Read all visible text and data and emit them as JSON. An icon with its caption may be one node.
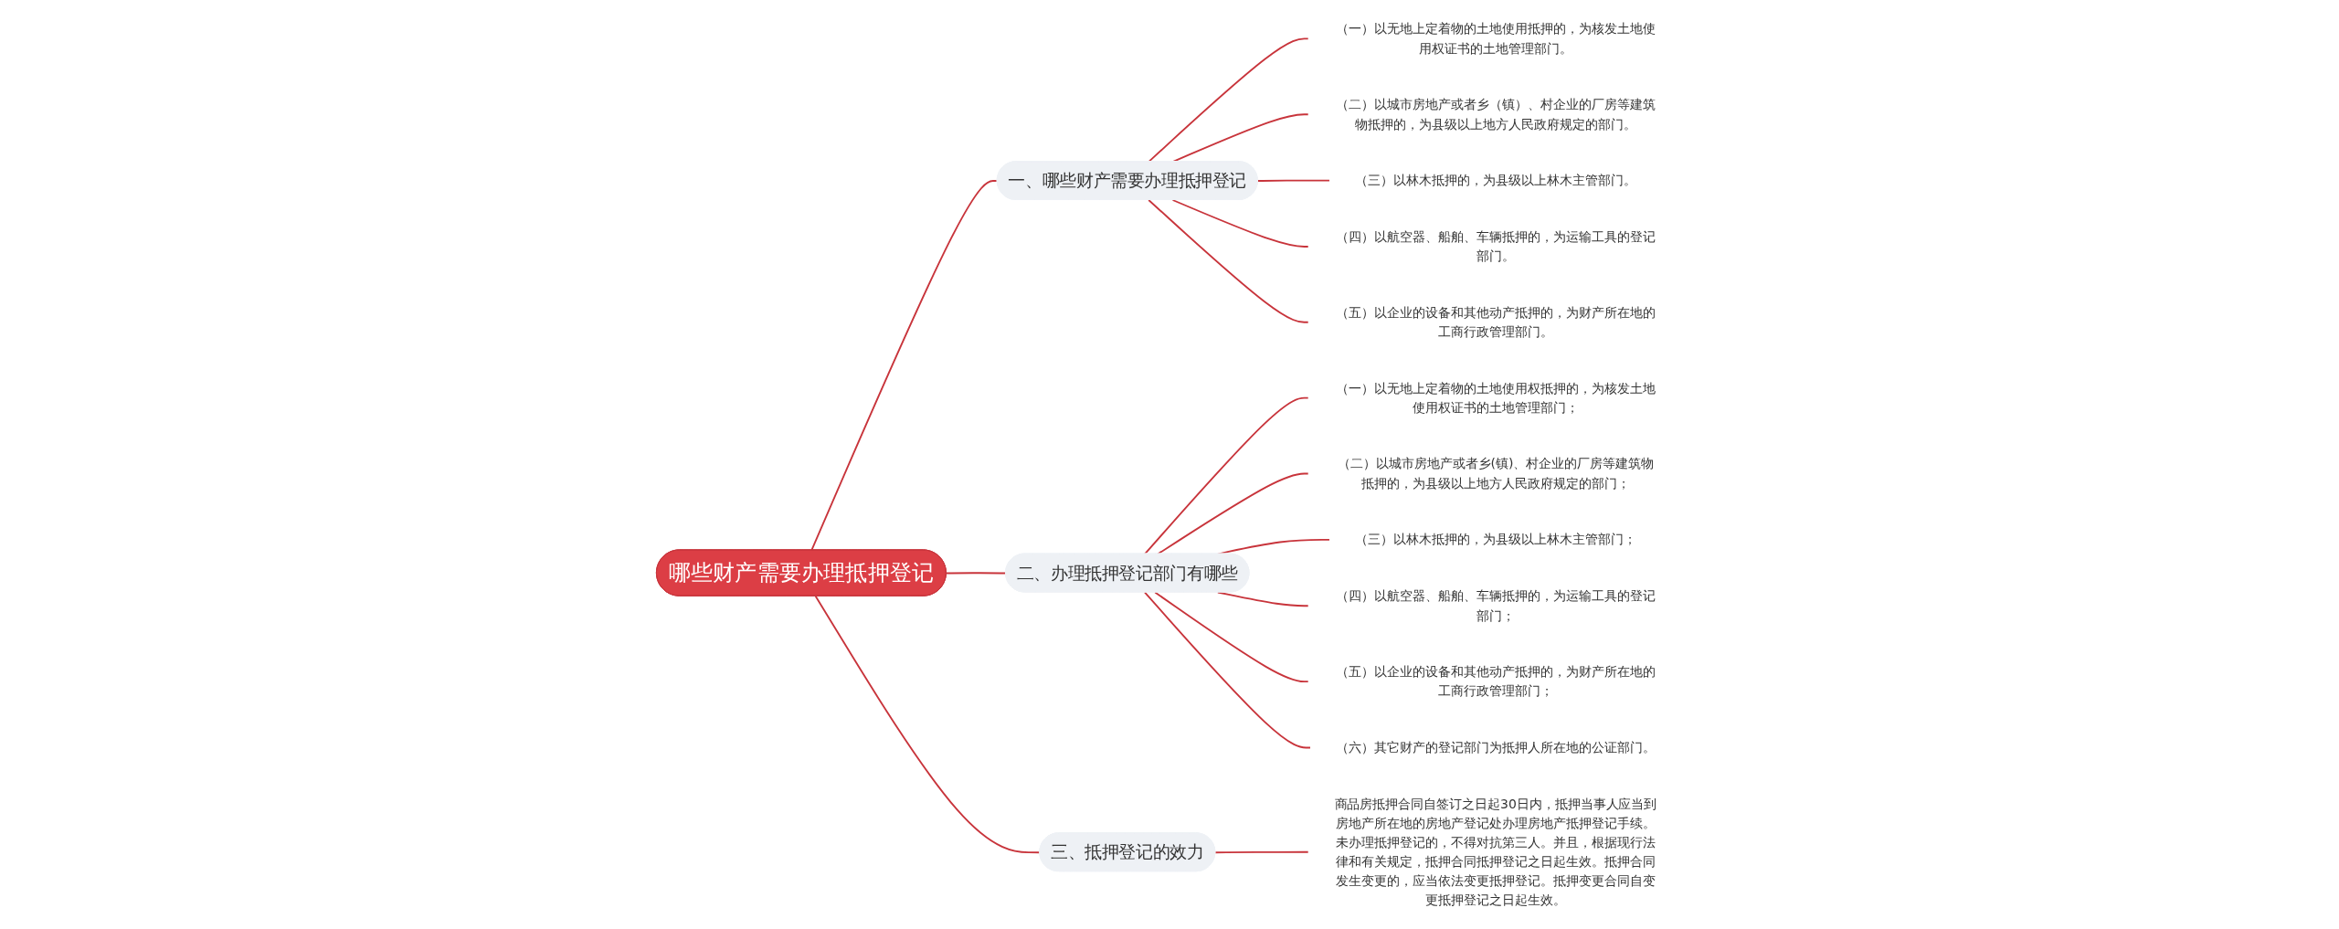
{
  "diagram": {
    "nodes": [
      {
        "text": [
          "哪些财产需要办理抵押登记"
        ]
      },
      {
        "text": [
          "一、哪些财产需要办理抵押登记"
        ]
      },
      {
        "text": [
          "（一）以无地上定着物的土地使用抵押的，为核发土地使用权证书的土地管理部门。"
        ]
      },
      {
        "text": [
          "（二）以城市房地产或者乡（镇）、村企业的厂房等建筑物抵押的，为县级以上地方人民政府规定的部门。"
        ]
      },
      {
        "text": [
          "（三）以林木抵押的，为县级以上林木主管部门。"
        ]
      },
      {
        "text": [
          "（四）以航空器、船舶、车辆抵押的，为运输工具的登记部门。"
        ]
      },
      {
        "text": [
          "（五）以企业的设备和其他动产抵押的，为财产所在地的工商行政管理部门。"
        ]
      },
      {
        "text": [
          "二、办理抵押登记部门有哪些"
        ]
      },
      {
        "text": [
          "（一）以无地上定着物的土地使用权抵押的，为核发土地使用权证书的土地管理部门；"
        ]
      },
      {
        "text": [
          "（二）以城市房地产或者乡(镇)、村企业的厂房等建筑物抵押的，为县级以上地方人民政府规定的部门；"
        ]
      },
      {
        "text": [
          "（三）以林木抵押的，为县级以上林木主管部门；"
        ]
      },
      {
        "text": [
          "（四）以航空器、船舶、车辆抵押的，为运输工具的登记部门；"
        ]
      },
      {
        "text": [
          "（五）以企业的设备和其他动产抵押的，为财产所在地的工商行政管理部门；"
        ]
      },
      {
        "text": [
          "（六）其它财产的登记部门为抵押人所在地的公证部门。"
        ]
      },
      {
        "text": [
          "三、抵押登记的效力"
        ]
      },
      {
        "text": [
          "商品房抵押合同自签订之日起30日内，抵押当事人应当到房地产所在地的房地产登记处办理房地产抵押登记手续。未办理抵押登记的，不得对抗第三人。并且，根据现行法律和有关规定，抵押合同抵押登记之日起生效。抵押合同发生变更的，应当依法变更抵押登记。抵押变更合同自变更抵押登记之日起生效。"
        ]
      }
    ],
    "edges": [
      {
        "from": 0,
        "to": 1,
        "arrow": "none"
      },
      {
        "from": 1,
        "to": 2,
        "arrow": "none"
      },
      {
        "from": 1,
        "to": 3,
        "arrow": "none"
      },
      {
        "from": 1,
        "to": 4,
        "arrow": "none"
      },
      {
        "from": 1,
        "to": 5,
        "arrow": "none"
      },
      {
        "from": 1,
        "to": 6,
        "arrow": "none"
      },
      {
        "from": 0,
        "to": 7,
        "arrow": "none"
      },
      {
        "from": 7,
        "to": 8,
        "arrow": "none"
      },
      {
        "from": 7,
        "to": 9,
        "arrow": "none"
      },
      {
        "from": 7,
        "to": 10,
        "arrow": "none"
      },
      {
        "from": 7,
        "to": 11,
        "arrow": "none"
      },
      {
        "from": 7,
        "to": 12,
        "arrow": "none"
      },
      {
        "from": 7,
        "to": 13,
        "arrow": "none"
      },
      {
        "from": 0,
        "to": 14,
        "arrow": "none"
      },
      {
        "from": 14,
        "to": 15,
        "arrow": "none"
      }
    ]
  }
}
